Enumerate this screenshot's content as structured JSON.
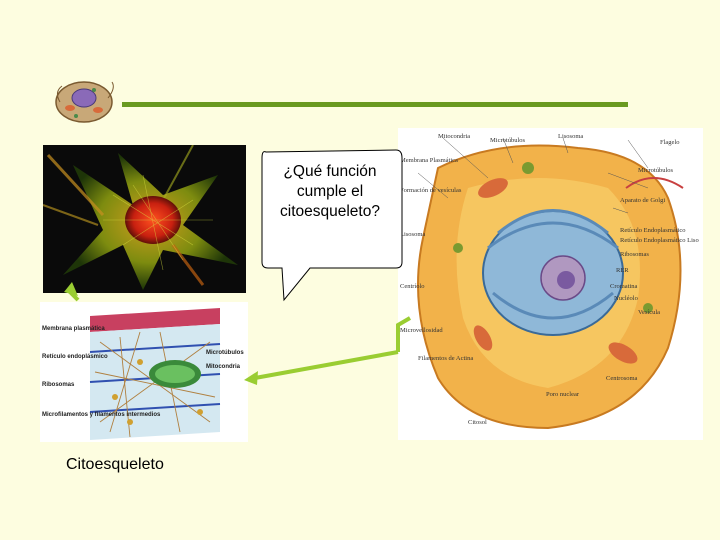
{
  "question": {
    "line1": "¿Qué función",
    "line2": "cumple el",
    "line3": "citoesqueleto?"
  },
  "caption": "Citoesqueleto",
  "cell_labels": {
    "top": [
      "Mitocondria",
      "Microtúbulos",
      "Lisosoma",
      "Flagelo"
    ],
    "left": [
      "Membrana Plasmática",
      "Formación de vesículas",
      "Lisosoma",
      "Centríolo",
      "Microvellosidad",
      "Filamentos de Actina",
      "Citosol"
    ],
    "right": [
      "Microtúbulos",
      "Aparato de Golgi",
      "Retículo Endoplasmático",
      "Retículo Endoplasmático Liso",
      "Ribosomas",
      "RER",
      "Cromatina",
      "Nucléolo",
      "Vesícula",
      "Centrosoma"
    ],
    "bottom": [
      "Poro nuclear"
    ]
  },
  "diagram_labels": {
    "left": [
      "Membrana plasmática",
      "Retículo endoplásmico",
      "Ribosomas",
      "Microfilamentos y filamentos intermedios"
    ],
    "right": [
      "Microtúbulos",
      "Mitocondria"
    ]
  },
  "colors": {
    "accent_green": "#6a9a20",
    "arrow_green": "#9acd32",
    "background": "#fdfde0"
  }
}
